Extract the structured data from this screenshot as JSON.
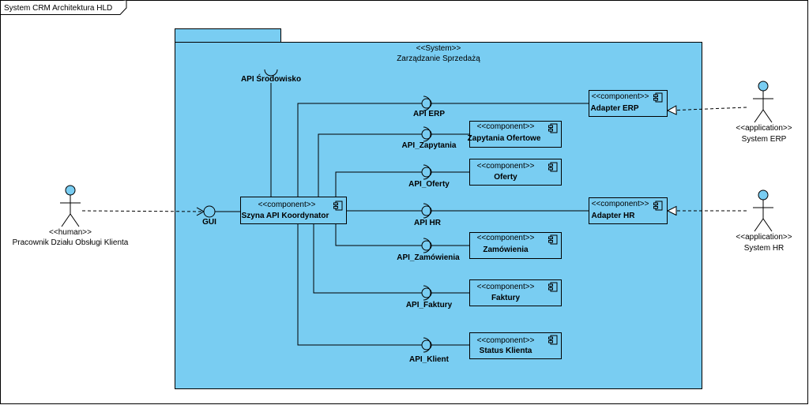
{
  "frame": {
    "title": "System CRM Architektura HLD"
  },
  "system": {
    "stereotype": "<<System>>",
    "name": "Zarządzanie Sprzedażą"
  },
  "components": {
    "koordynator": {
      "stereotype": "<<component>>",
      "name": "Szyna API Koordynator"
    },
    "adapter_erp": {
      "stereotype": "<<component>>",
      "name": "Adapter ERP"
    },
    "zapytania": {
      "stereotype": "<<component>>",
      "name": "Zapytania Ofertowe"
    },
    "oferty": {
      "stereotype": "<<component>>",
      "name": "Oferty"
    },
    "adapter_hr": {
      "stereotype": "<<component>>",
      "name": "Adapter HR"
    },
    "zamowienia": {
      "stereotype": "<<component>>",
      "name": "Zamówienia"
    },
    "faktury": {
      "stereotype": "<<component>>",
      "name": "Faktury"
    },
    "status": {
      "stereotype": "<<component>>",
      "name": "Status Klienta"
    }
  },
  "interfaces": {
    "gui": "GUI",
    "srodowisko": "API Środowisko",
    "erp": "API ERP",
    "zapytania": "API_Zapytania",
    "oferty": "API_Oferty",
    "hr": "API HR",
    "zamowienia": "API_Zamówienia",
    "faktury": "API_Faktury",
    "klient": "API_Klient"
  },
  "actors": {
    "human": {
      "stereotype": "<<human>>",
      "name": "Pracownik Działu Obsługi Klienta"
    },
    "erp": {
      "stereotype": "<<application>>",
      "name": "System ERP"
    },
    "hr": {
      "stereotype": "<<application>>",
      "name": "System HR"
    }
  },
  "colors": {
    "fill": "#79cdf2",
    "stroke": "#000000",
    "background": "#ffffff"
  },
  "icons": [
    "component-icon",
    "lollipop-interface-icon",
    "socket-interface-icon",
    "stick-figure-actor-icon",
    "realization-arrow-icon"
  ]
}
